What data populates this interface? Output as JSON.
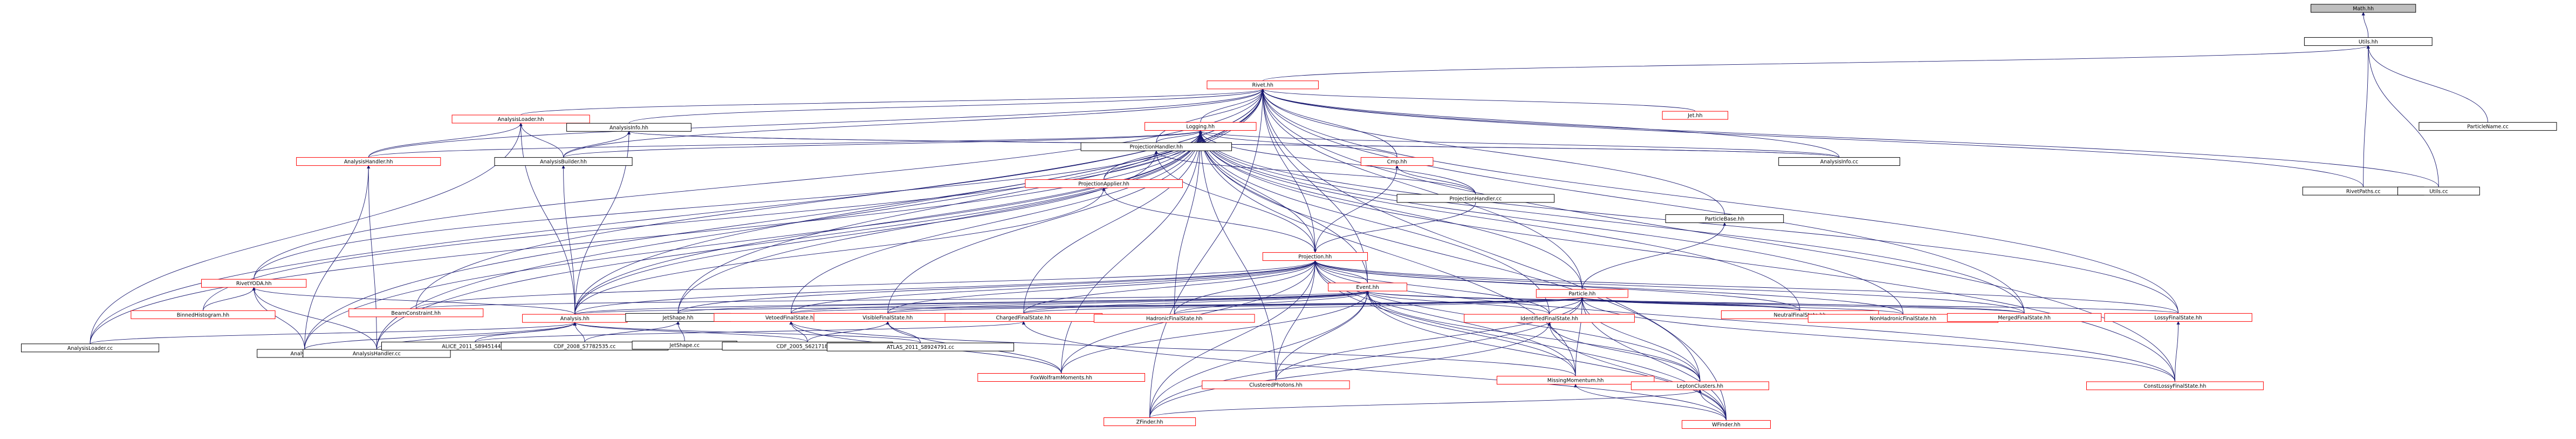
{
  "diagram": {
    "nodes": [
      {
        "id": "math_hh",
        "label": "Math.hh",
        "variant": "focus"
      },
      {
        "id": "utils_hh",
        "label": "Utils.hh",
        "variant": "black"
      },
      {
        "id": "rivet_hh",
        "label": "Rivet.hh",
        "variant": "red"
      },
      {
        "id": "particlename_cc",
        "label": "ParticleName.cc",
        "variant": "black"
      },
      {
        "id": "rivetpaths_cc",
        "label": "RivetPaths.cc",
        "variant": "black"
      },
      {
        "id": "utils_cc",
        "label": "Utils.cc",
        "variant": "black"
      },
      {
        "id": "analysisloader_hh",
        "label": "AnalysisLoader.hh",
        "variant": "red"
      },
      {
        "id": "analysisinfo_hh",
        "label": "AnalysisInfo.hh",
        "variant": "black"
      },
      {
        "id": "logging_hh",
        "label": "Logging.hh",
        "variant": "red"
      },
      {
        "id": "jet_hh",
        "label": "Jet.hh",
        "variant": "red"
      },
      {
        "id": "analysishandler_hh",
        "label": "AnalysisHandler.hh",
        "variant": "red"
      },
      {
        "id": "analysisbuilder_hh",
        "label": "AnalysisBuilder.hh",
        "variant": "black"
      },
      {
        "id": "projectionhandler_hh",
        "label": "ProjectionHandler.hh",
        "variant": "black"
      },
      {
        "id": "analysisinfo_cc",
        "label": "AnalysisInfo.cc",
        "variant": "black"
      },
      {
        "id": "cmp_hh",
        "label": "Cmp.hh",
        "variant": "red"
      },
      {
        "id": "projectionapplier_hh",
        "label": "ProjectionApplier.hh",
        "variant": "red"
      },
      {
        "id": "projectionhandler_cc",
        "label": "ProjectionHandler.cc",
        "variant": "black"
      },
      {
        "id": "particlebase_hh",
        "label": "ParticleBase.hh",
        "variant": "black"
      },
      {
        "id": "projection_hh",
        "label": "Projection.hh",
        "variant": "red"
      },
      {
        "id": "rivetyoda_hh",
        "label": "RivetYODA.hh",
        "variant": "red"
      },
      {
        "id": "event_hh",
        "label": "Event.hh",
        "variant": "red"
      },
      {
        "id": "particle_hh",
        "label": "Particle.hh",
        "variant": "red"
      },
      {
        "id": "binnedhistogram_hh",
        "label": "BinnedHistogram.hh",
        "variant": "red"
      },
      {
        "id": "beamconstraint_hh",
        "label": "BeamConstraint.hh",
        "variant": "red"
      },
      {
        "id": "analysis_hh",
        "label": "Analysis.hh",
        "variant": "red"
      },
      {
        "id": "jetshape_hh",
        "label": "JetShape.hh",
        "variant": "black"
      },
      {
        "id": "vetoedfinalstate_hh",
        "label": "VetoedFinalState.hh",
        "variant": "red"
      },
      {
        "id": "visiblefinalstate_hh",
        "label": "VisibleFinalState.hh",
        "variant": "red"
      },
      {
        "id": "chargedfinalstate_hh",
        "label": "ChargedFinalState.hh",
        "variant": "red"
      },
      {
        "id": "hadronicfinalstate_hh",
        "label": "HadronicFinalState.hh",
        "variant": "red"
      },
      {
        "id": "identifiedfinalstate_hh",
        "label": "IdentifiedFinalState.hh",
        "variant": "red"
      },
      {
        "id": "neutralfinalstate_hh",
        "label": "NeutralFinalState.hh",
        "variant": "red"
      },
      {
        "id": "nonhadronicfinalstate_hh",
        "label": "NonHadronicFinalState.hh",
        "variant": "red"
      },
      {
        "id": "mergedfinalstate_hh",
        "label": "MergedFinalState.hh",
        "variant": "red"
      },
      {
        "id": "lossyfinalstate_hh",
        "label": "LossyFinalState.hh",
        "variant": "red"
      },
      {
        "id": "analysisloader_cc",
        "label": "AnalysisLoader.cc",
        "variant": "black"
      },
      {
        "id": "analysis_cc",
        "label": "Analysis.cc",
        "variant": "black"
      },
      {
        "id": "analysishandler_cc",
        "label": "AnalysisHandler.cc",
        "variant": "black"
      },
      {
        "id": "alice_cc",
        "label": "ALICE_2011_S8945144.cc",
        "variant": "black"
      },
      {
        "id": "cdf2008_cc",
        "label": "CDF_2008_S7782535.cc",
        "variant": "black"
      },
      {
        "id": "jetshape_cc",
        "label": "JetShape.cc",
        "variant": "black"
      },
      {
        "id": "cdf2005_cc",
        "label": "CDF_2005_S6217184.cc",
        "variant": "black"
      },
      {
        "id": "atlas_cc",
        "label": "ATLAS_2011_S8924791.cc",
        "variant": "black"
      },
      {
        "id": "foxwolfram_hh",
        "label": "FoxWolframMoments.hh",
        "variant": "red"
      },
      {
        "id": "clusteredphotons_hh",
        "label": "ClusteredPhotons.hh",
        "variant": "red"
      },
      {
        "id": "missingmomentum_hh",
        "label": "MissingMomentum.hh",
        "variant": "red"
      },
      {
        "id": "leptonclusters_hh",
        "label": "LeptonClusters.hh",
        "variant": "red"
      },
      {
        "id": "constlossy_hh",
        "label": "ConstLossyFinalState.hh",
        "variant": "red"
      },
      {
        "id": "zfinder_hh",
        "label": "ZFinder.hh",
        "variant": "red"
      },
      {
        "id": "wfinder_hh",
        "label": "WFinder.hh",
        "variant": "red"
      }
    ]
  }
}
